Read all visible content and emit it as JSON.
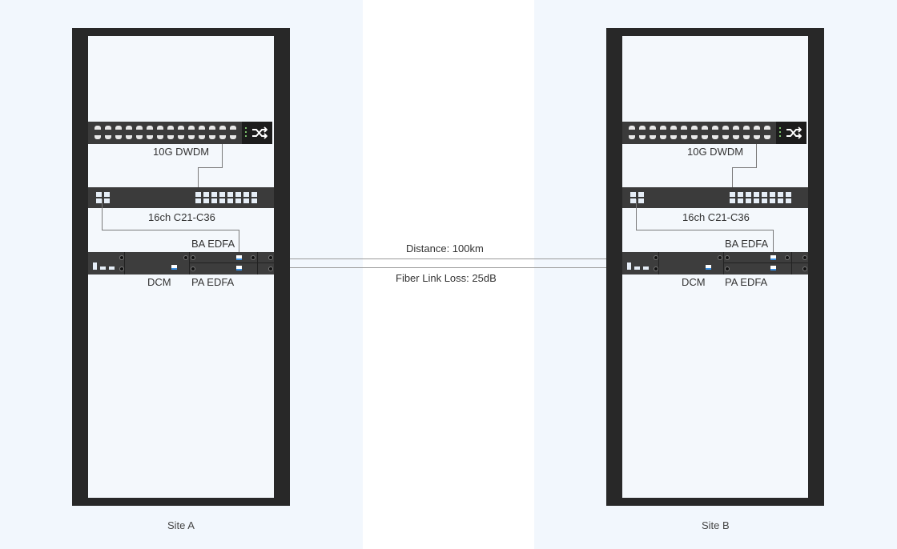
{
  "sites": [
    {
      "name": "Site A",
      "labels": {
        "switch": "10G DWDM",
        "mux": "16ch C21-C36",
        "ba_edfa": "BA EDFA",
        "dcm": "DCM",
        "pa_edfa": "PA EDFA"
      }
    },
    {
      "name": "Site B",
      "labels": {
        "switch": "10G DWDM",
        "mux": "16ch C21-C36",
        "ba_edfa": "BA EDFA",
        "dcm": "DCM",
        "pa_edfa": "PA EDFA"
      }
    }
  ],
  "link": {
    "distance": "Distance: 100km",
    "loss": "Fiber Link Loss: 25dB"
  },
  "icons": {
    "switch_icon": "shuffle-icon"
  },
  "colors": {
    "rack_frame": "#282828",
    "panel_bg": "#f2f7fd",
    "accent_port": "#3a8ee0"
  }
}
